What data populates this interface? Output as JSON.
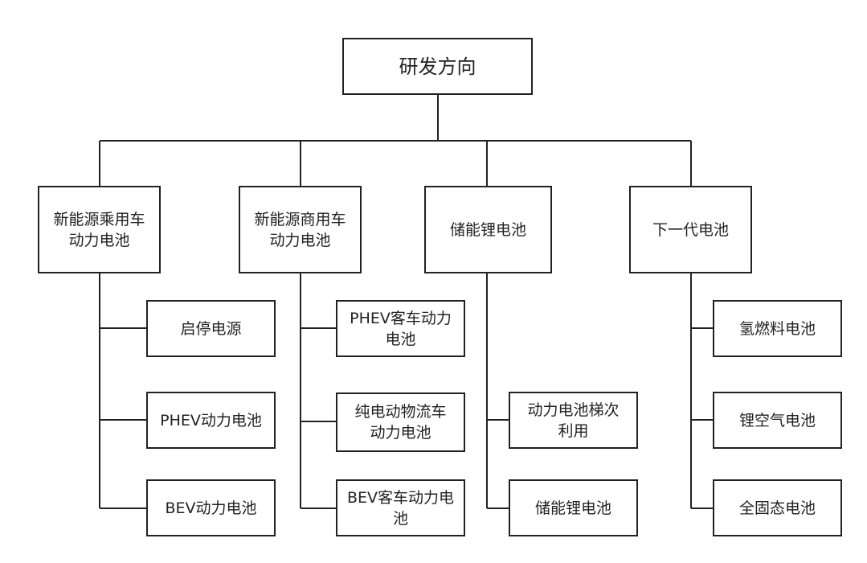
{
  "root": {
    "label": "研发方向"
  },
  "branches": [
    {
      "label": "新能源乘用车\n动力电池",
      "children": [
        {
          "label": "启停电源"
        },
        {
          "label": "PHEV动力电池"
        },
        {
          "label": "BEV动力电池"
        }
      ]
    },
    {
      "label": "新能源商用车\n动力电池",
      "children": [
        {
          "label": "PHEV客车动力\n电池"
        },
        {
          "label": "纯电动物流车\n动力电池"
        },
        {
          "label": "BEV客车动力电\n池"
        }
      ]
    },
    {
      "label": "储能锂电池",
      "children": [
        {
          "label": "动力电池梯次\n利用"
        },
        {
          "label": "储能锂电池"
        }
      ]
    },
    {
      "label": "下一代电池",
      "children": [
        {
          "label": "氢燃料电池"
        },
        {
          "label": "锂空气电池"
        },
        {
          "label": "全固态电池"
        }
      ]
    }
  ]
}
